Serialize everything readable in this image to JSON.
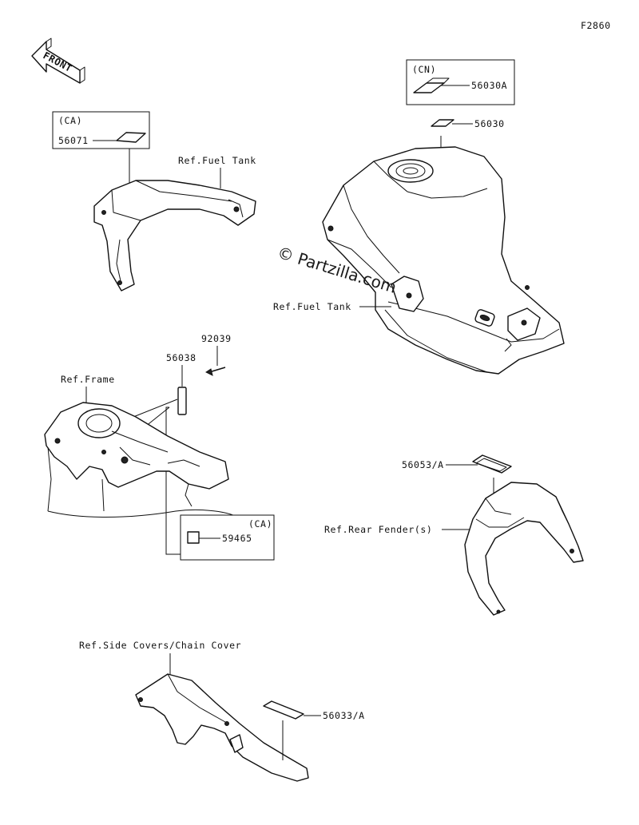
{
  "diagram": {
    "figure_code": "F2860",
    "front_label": "FRONT",
    "watermark": "© Partzilla.com",
    "labels": {
      "ca_top": "(CA)",
      "p56071": "56071",
      "ref_fuel_tank_top": "Ref.Fuel Tank",
      "cn": "(CN)",
      "p56030a": "56030A",
      "p56030": "56030",
      "ref_fuel_tank_mid": "Ref.Fuel Tank",
      "p92039": "92039",
      "p56038": "56038",
      "ref_frame": "Ref.Frame",
      "ca_mid": "(CA)",
      "p59465": "59465",
      "p56053a": "56053/A",
      "ref_rear_fender": "Ref.Rear Fender(s)",
      "ref_side_covers": "Ref.Side Covers/Chain Cover",
      "p56033a": "56033/A"
    }
  }
}
